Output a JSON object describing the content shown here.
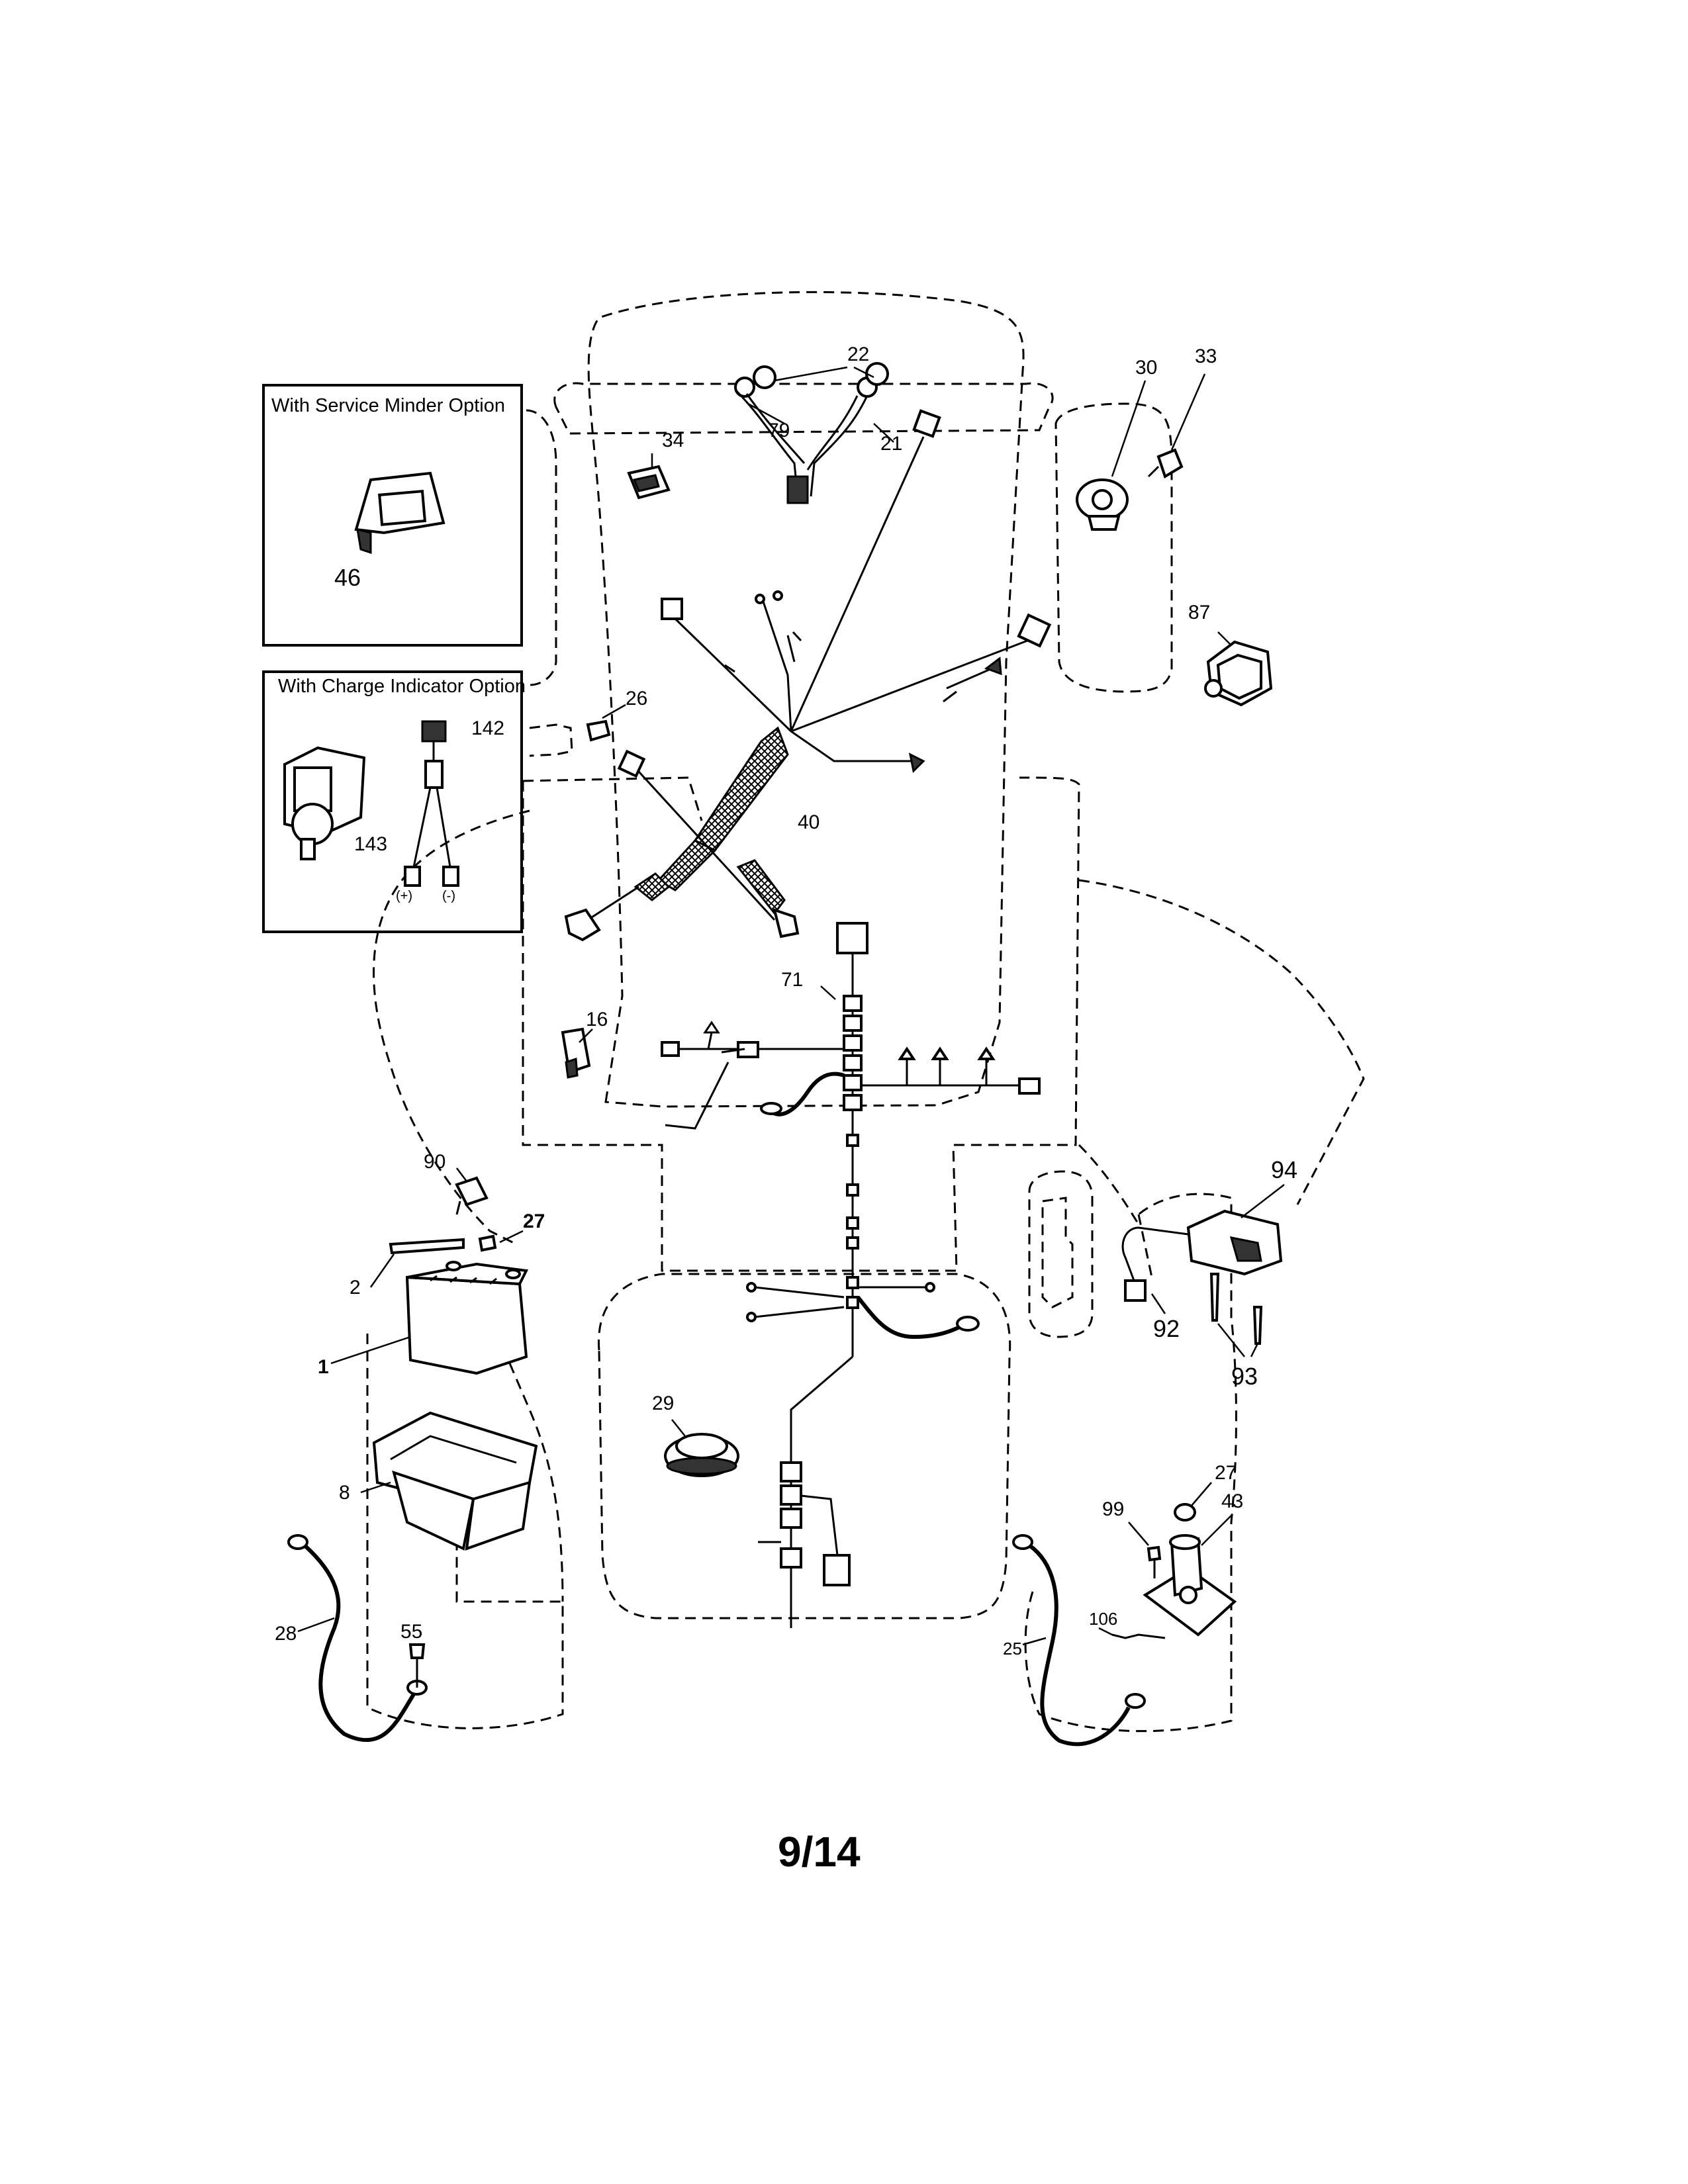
{
  "option_boxes": {
    "service_minder_title": "With Service Minder Option",
    "charge_indicator_title": "With Charge Indicator Option",
    "charge_plus": "(+)",
    "charge_minus": "(-)"
  },
  "part_numbers": {
    "p1": "1",
    "p2": "2",
    "p8": "8",
    "p16": "16",
    "p21": "21",
    "p22": "22",
    "p25": "25",
    "p26": "26",
    "p27_top": "27",
    "p27_bottom": "27",
    "p28": "28",
    "p29": "29",
    "p30": "30",
    "p33": "33",
    "p34": "34",
    "p40": "40",
    "p43": "43",
    "p46": "46",
    "p55": "55",
    "p71": "71",
    "p79": "79",
    "p87": "87",
    "p90": "90",
    "p92": "92",
    "p93": "93",
    "p94": "94",
    "p99": "99",
    "p106": "106",
    "p142": "142",
    "p143": "143"
  },
  "page": {
    "number": "9/14"
  }
}
